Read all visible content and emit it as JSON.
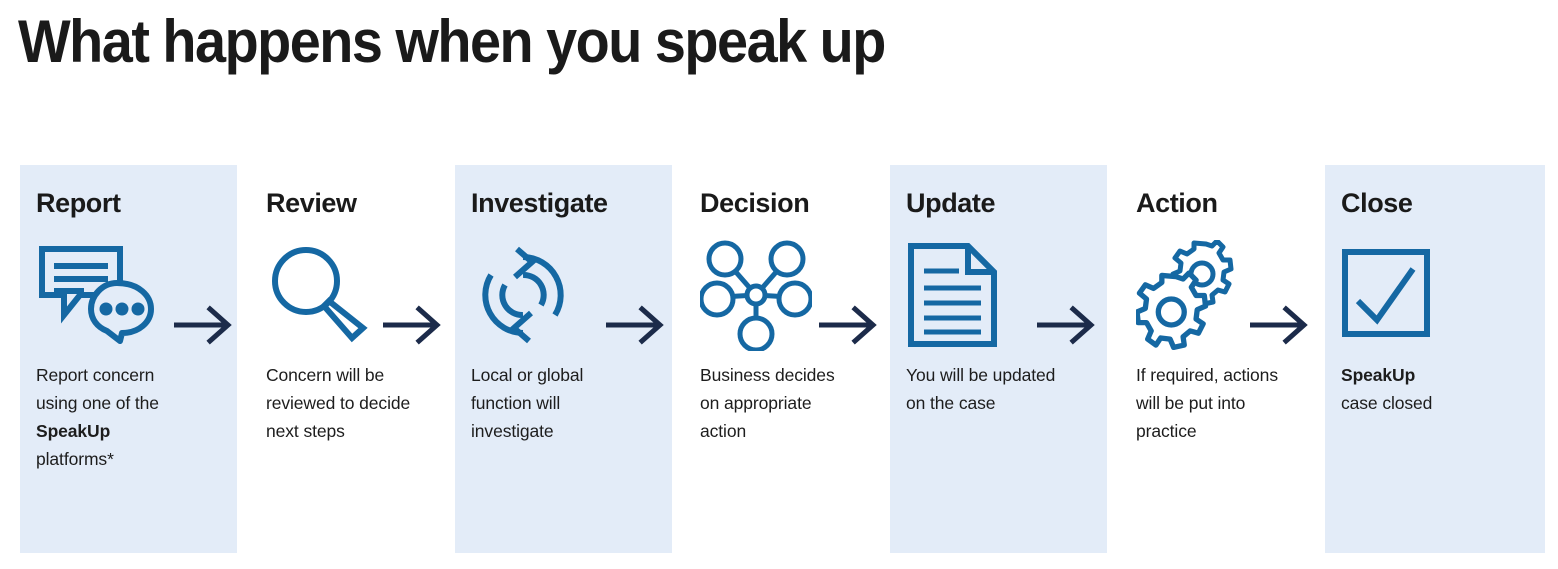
{
  "page": {
    "title": "What happens when you speak up",
    "background": "#ffffff",
    "title_color": "#1a1a1a",
    "shaded_panel_color": "#e3ecf8",
    "icon_color": "#1568a3",
    "arrow_color": "#1c2b4a"
  },
  "flow": {
    "steps": [
      {
        "title": "Report",
        "icon": "speech-bubbles-icon",
        "shaded": true,
        "desc_lines": [
          {
            "text": "Report concern",
            "bold": false
          },
          {
            "text": "using one of the",
            "bold": false
          },
          {
            "text": "SpeakUp",
            "bold": true
          },
          {
            "text": "platforms*",
            "bold": false
          }
        ]
      },
      {
        "title": "Review",
        "icon": "magnifier-icon",
        "shaded": false,
        "desc_lines": [
          {
            "text": "Concern will be",
            "bold": false
          },
          {
            "text": "reviewed to decide",
            "bold": false
          },
          {
            "text": "next steps",
            "bold": false
          }
        ]
      },
      {
        "title": "Investigate",
        "icon": "cycle-arrows-icon",
        "shaded": true,
        "desc_lines": [
          {
            "text": "Local or global",
            "bold": false
          },
          {
            "text": "function will",
            "bold": false
          },
          {
            "text": "investigate",
            "bold": false
          }
        ]
      },
      {
        "title": "Decision",
        "icon": "network-nodes-icon",
        "shaded": false,
        "desc_lines": [
          {
            "text": "Business decides",
            "bold": false
          },
          {
            "text": "on appropriate",
            "bold": false
          },
          {
            "text": "action",
            "bold": false
          }
        ]
      },
      {
        "title": "Update",
        "icon": "document-icon",
        "shaded": true,
        "desc_lines": [
          {
            "text": "You will be updated",
            "bold": false
          },
          {
            "text": "on the case",
            "bold": false
          }
        ]
      },
      {
        "title": "Action",
        "icon": "gears-icon",
        "shaded": false,
        "desc_lines": [
          {
            "text": "If required, actions",
            "bold": false
          },
          {
            "text": "will be put into",
            "bold": false
          },
          {
            "text": "practice",
            "bold": false
          }
        ]
      },
      {
        "title": "Close",
        "icon": "checkbox-check-icon",
        "shaded": true,
        "desc_lines": [
          {
            "text": "SpeakUp",
            "bold": true
          },
          {
            "text": "case closed",
            "bold": false
          }
        ]
      }
    ],
    "connector_icon": "arrow-right-icon",
    "connector_count": 6
  }
}
